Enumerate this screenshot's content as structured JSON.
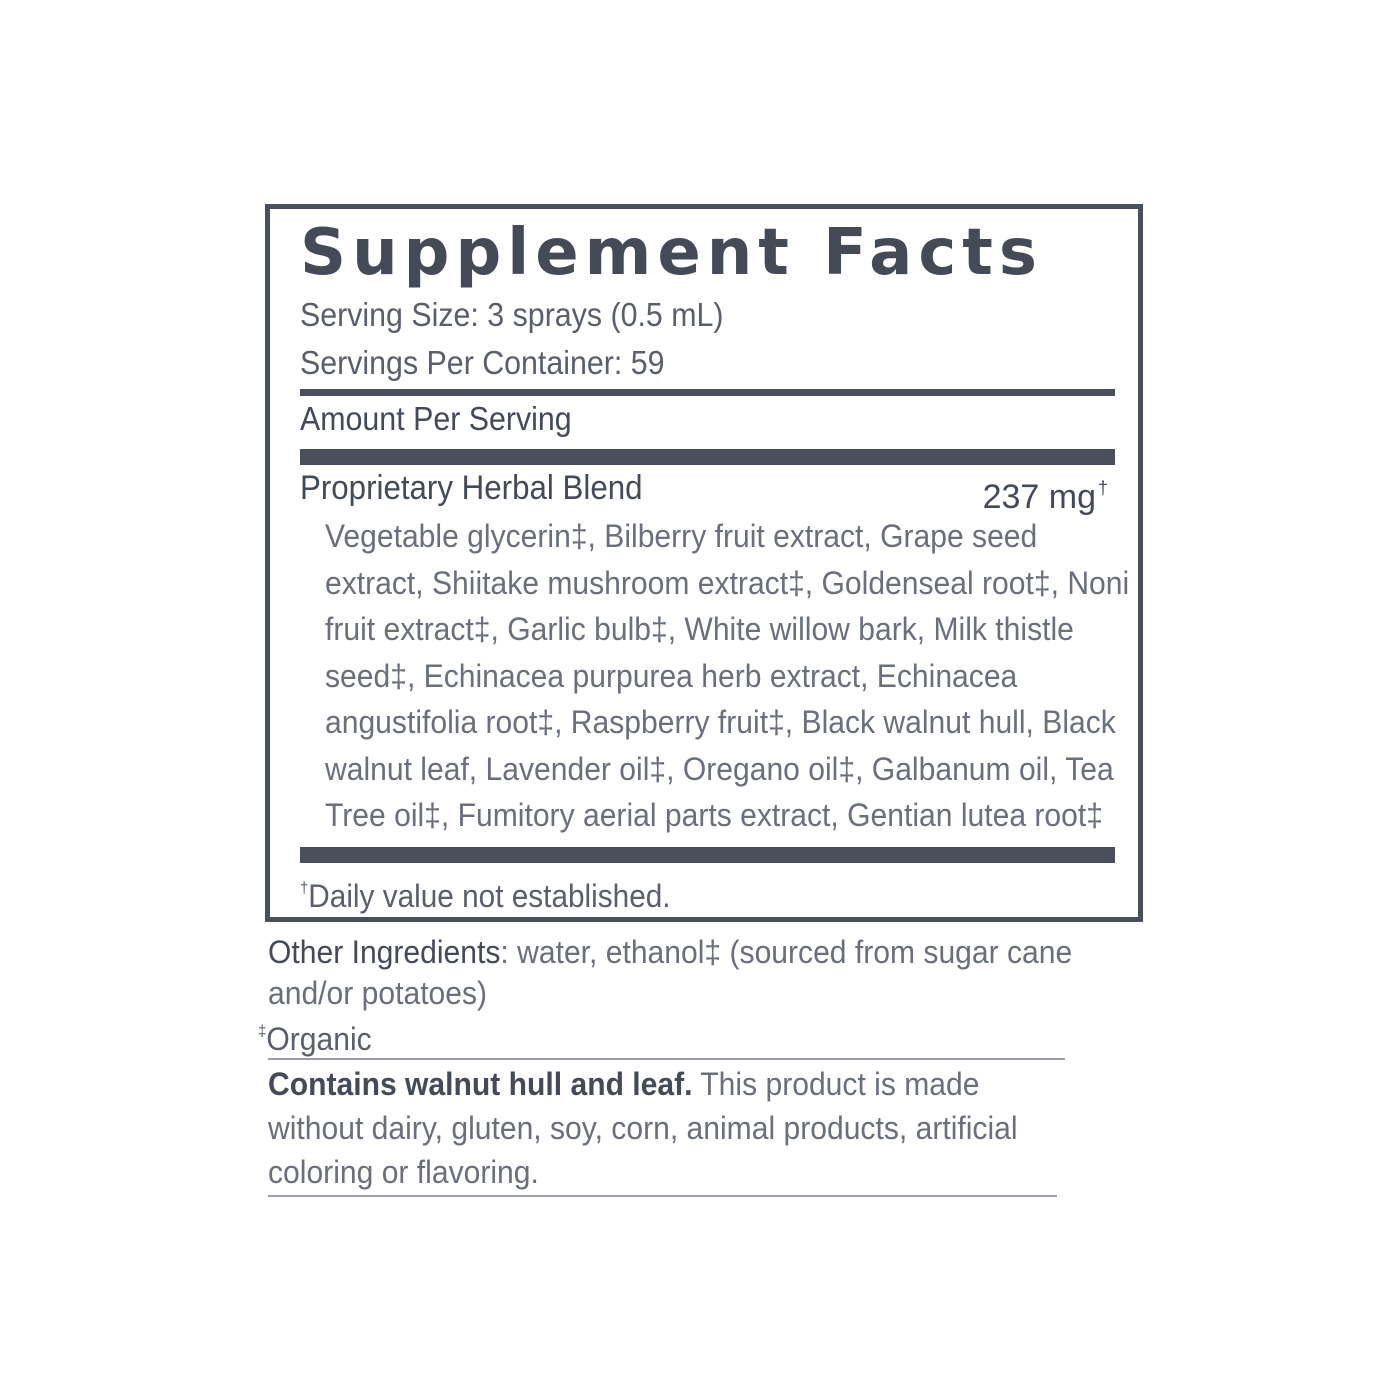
{
  "label": {
    "title": "Supplement Facts",
    "serving_size": "Serving Size: 3 sprays (0.5 mL)",
    "servings_per_container": "Servings Per Container: 59",
    "amount_per_serving": "Amount Per Serving",
    "blend": {
      "name": "Proprietary Herbal Blend",
      "amount": "237 mg",
      "amount_mark": "†",
      "ingredients": "Vegetable glycerin‡, Bilberry fruit extract, Grape seed extract, Shiitake mushroom extract‡, Goldenseal root‡, Noni fruit extract‡, Garlic bulb‡, White willow bark, Milk thistle seed‡, Echinacea purpurea herb extract, Echinacea angustifolia root‡, Raspberry fruit‡, Black walnut hull, Black walnut leaf, Lavender oil‡, Oregano oil‡, Galbanum oil, Tea Tree oil‡, Fumitory aerial parts extract, Gentian lutea root‡"
    },
    "footnote_mark": "†",
    "footnote": "Daily value not established."
  },
  "other_ingredients": {
    "label": "Other Ingredients",
    "text": ": water, ethanol‡ (sourced from sugar cane and/or potatoes)"
  },
  "organic": {
    "mark": "‡",
    "text": "Organic"
  },
  "contains": {
    "bold": "Contains walnut hull and leaf.",
    "text": " This product is made without dairy, gluten, soy, corn, animal products, artificial coloring or flavoring."
  }
}
